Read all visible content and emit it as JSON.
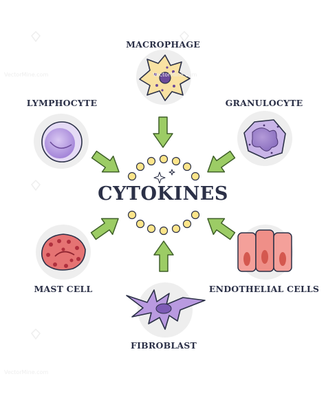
{
  "diagram": {
    "title": "CYTOKINES",
    "cells": {
      "macrophage": "MACROPHAGE",
      "lymphocyte": "LYMPHOCYTE",
      "granulocyte": "GRANULOCYTE",
      "mast_cell": "MAST CELL",
      "endothelial": "ENDOTHELIAL CELLS",
      "fibroblast": "FIBROBLAST"
    }
  },
  "watermark": {
    "text": "VectorMine.com"
  },
  "colors": {
    "arrow_fill": "#9ccc65",
    "arrow_stroke": "#3e5f28",
    "outline": "#2b3047",
    "dot_fill": "#fde58a",
    "circle_bg": "#eeeeee"
  }
}
